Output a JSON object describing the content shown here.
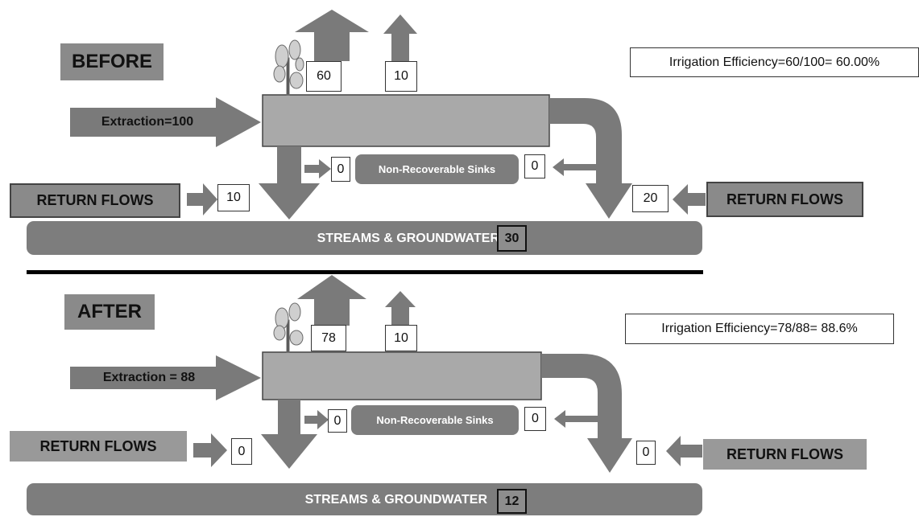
{
  "before": {
    "heading": "BEFORE",
    "efficiency": "Irrigation Efficiency=60/100= 60.00%",
    "extraction": "Extraction=100",
    "crop_value": "60",
    "evap_value": "10",
    "sink_left": "0",
    "sinks": "Non-Recoverable Sinks",
    "sink_right": "0",
    "return_left_label": "RETURN FLOWS",
    "return_left_value": "10",
    "return_right_value": "20",
    "return_right_label": "RETURN FLOWS",
    "streams": "STREAMS & GROUNDWATER",
    "streams_value": "30"
  },
  "after": {
    "heading": "AFTER",
    "efficiency": "Irrigation Efficiency=78/88= 88.6%",
    "extraction": "Extraction = 88",
    "crop_value": "78",
    "evap_value": "10",
    "sink_left": "0",
    "sinks": "Non-Recoverable Sinks",
    "sink_right": "0",
    "return_left_label": "RETURN FLOWS",
    "return_left_value": "0",
    "return_right_value": "0",
    "return_right_label": "RETURN FLOWS",
    "streams": "STREAMS & GROUNDWATER",
    "streams_value": "12"
  },
  "colors": {
    "arrow": "#7a7a7a",
    "box": "#a9a9a9",
    "bar": "#7d7d7d",
    "panel": "#8a8a8a"
  }
}
